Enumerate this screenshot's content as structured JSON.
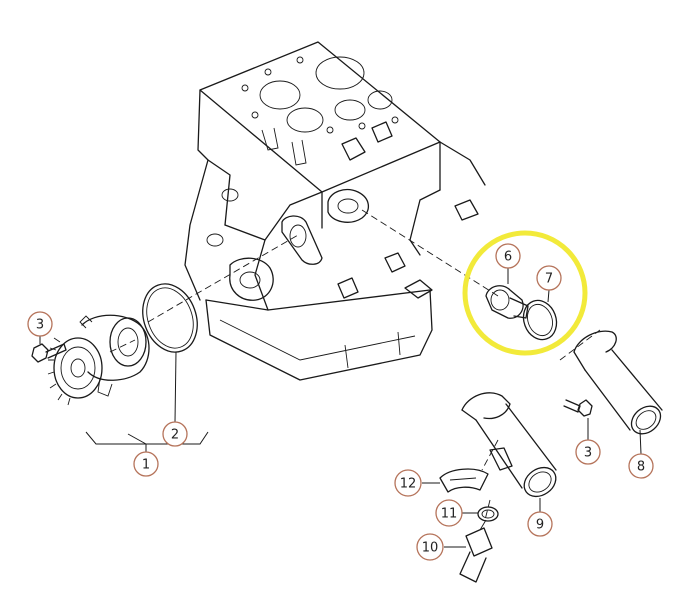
{
  "diagram": {
    "highlight_color": "#f2ea3a",
    "callout_color": "#b5735a",
    "callouts": [
      {
        "id": "c1",
        "label": "1"
      },
      {
        "id": "c2",
        "label": "2"
      },
      {
        "id": "c3a",
        "label": "3"
      },
      {
        "id": "c3b",
        "label": "3"
      },
      {
        "id": "c6",
        "label": "6"
      },
      {
        "id": "c7",
        "label": "7"
      },
      {
        "id": "c8",
        "label": "8"
      },
      {
        "id": "c9",
        "label": "9"
      },
      {
        "id": "c10",
        "label": "10"
      },
      {
        "id": "c11",
        "label": "11"
      },
      {
        "id": "c12",
        "label": "12"
      }
    ]
  }
}
